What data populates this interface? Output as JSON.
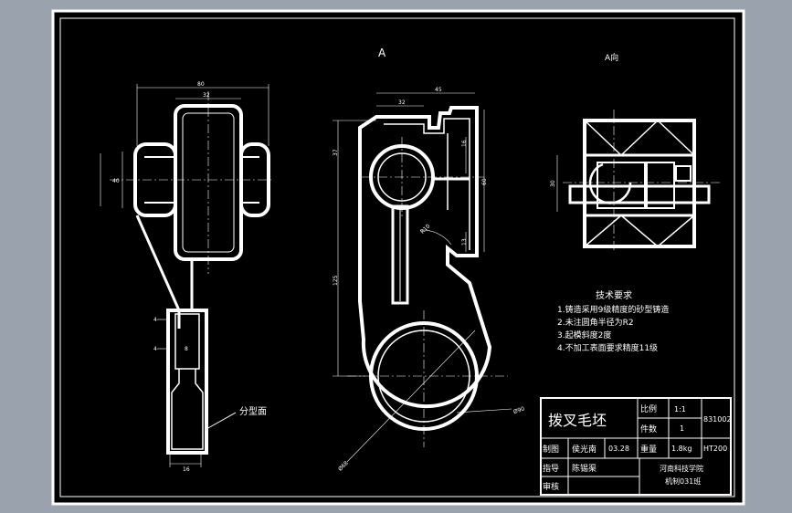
{
  "views": {
    "main_label": "A",
    "side_label": "A向"
  },
  "dims": {
    "left_width_total": "80",
    "left_width_inner": "32",
    "left_height": "40",
    "left_rib_a": "4",
    "left_rib_b": "4",
    "left_rib_c": "8",
    "left_bottom": "16",
    "main_top_a": "32",
    "main_top_b": "45",
    "main_side_a": "37",
    "main_side_b": "60",
    "main_side_c": "16",
    "main_side_d": "13",
    "main_radius": "R10",
    "main_vertical": "125",
    "main_hole": "Ø68",
    "main_outer": "Ø90",
    "side_height": "30"
  },
  "parting_label": "分型面",
  "requirements": {
    "title": "技术要求",
    "items": [
      "1.铸造采用9级精度的砂型铸造",
      "2.未注圆角半径为R2",
      "3.起模斜度2度",
      "4.不加工表面要求精度11级"
    ]
  },
  "title_block": {
    "part_name": "拨叉毛坯",
    "scale_label": "比例",
    "scale_value": "1:1",
    "count_label": "件数",
    "count_value": "1",
    "drawing_no": "831002",
    "material": "HT200",
    "drawn_label": "制图",
    "drawn_name": "侯光南",
    "drawn_date": "03.28",
    "weight_label": "重量",
    "weight_value": "1.8kg",
    "guide_label": "指导",
    "guide_name": "陈锡渠",
    "review_label": "审核",
    "school": "河南科技学院",
    "class": "机制031班"
  }
}
